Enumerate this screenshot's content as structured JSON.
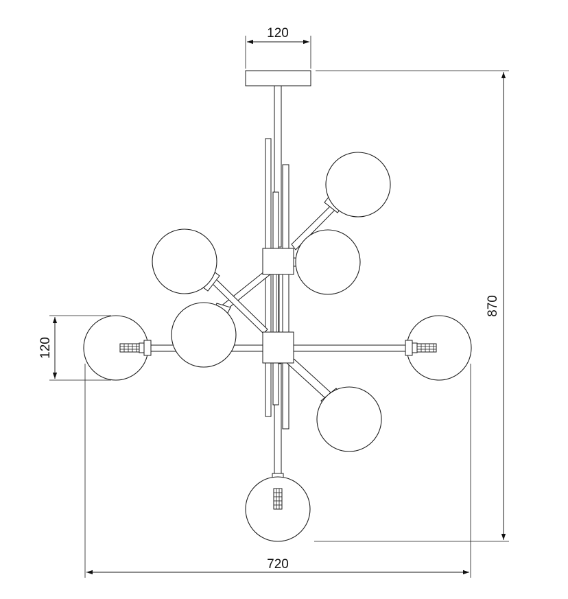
{
  "dimensions": {
    "canopy_width": "120",
    "globe_diameter": "120",
    "overall_height": "870",
    "overall_width": "720"
  },
  "colors": {
    "line": "#1a1a1a",
    "background": "#ffffff"
  }
}
